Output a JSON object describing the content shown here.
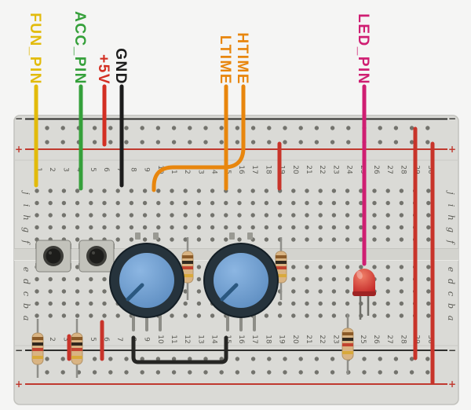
{
  "board": {
    "column_numbers": [
      "1",
      "2",
      "3",
      "4",
      "5",
      "6",
      "7",
      "8",
      "9",
      "10",
      "11",
      "12",
      "13",
      "14",
      "15",
      "16",
      "17",
      "18",
      "19",
      "20",
      "21",
      "22",
      "23",
      "24",
      "25",
      "26",
      "27",
      "28",
      "29",
      "30"
    ],
    "row_letters_top": [
      "j",
      "i",
      "h",
      "g",
      "f"
    ],
    "row_letters_bottom": [
      "e",
      "d",
      "c",
      "b",
      "a"
    ],
    "rail_positive_symbol": "+",
    "rail_negative_symbol": "−",
    "colors": {
      "board": "#dadad6",
      "channel": "#d3d3ce",
      "hole": "#73736d",
      "rail_positive": "#c0392f",
      "rail_negative": "#2f2f2c",
      "label": "#5c5c56"
    }
  },
  "pins": [
    {
      "label": "FUN_PIN",
      "color": "#e2bb0c"
    },
    {
      "label": "ACC_PIN",
      "color": "#35a03a"
    },
    {
      "label": "+5V",
      "color": "#d32f23"
    },
    {
      "label": "GND",
      "color": "#1c1c1c"
    },
    {
      "label": "LTIME",
      "color": "#e8860d"
    },
    {
      "label": "HTIME",
      "color": "#e8860d"
    },
    {
      "label": "LED_PIN",
      "color": "#cf1e72"
    }
  ],
  "wires": {
    "jumper_red": "#c8342a",
    "jumper_black": "#262624"
  },
  "components": {
    "pushbutton": {
      "body_color": "#c2c2bb",
      "cap_color": "#1d1d1b"
    },
    "potentiometer": {
      "base_color": "#26333c",
      "knob_color": "#5c8cc0",
      "indicator_color": "#2b5880"
    },
    "resistor": {
      "body_color": "#d9b483",
      "band_colors": [
        "#8a5a28",
        "#32291f",
        "#c24430",
        "#d8a93c"
      ],
      "lead_color": "#8f8f8a"
    },
    "led": {
      "color": "#c22626",
      "leg_color": "#70706a"
    }
  }
}
